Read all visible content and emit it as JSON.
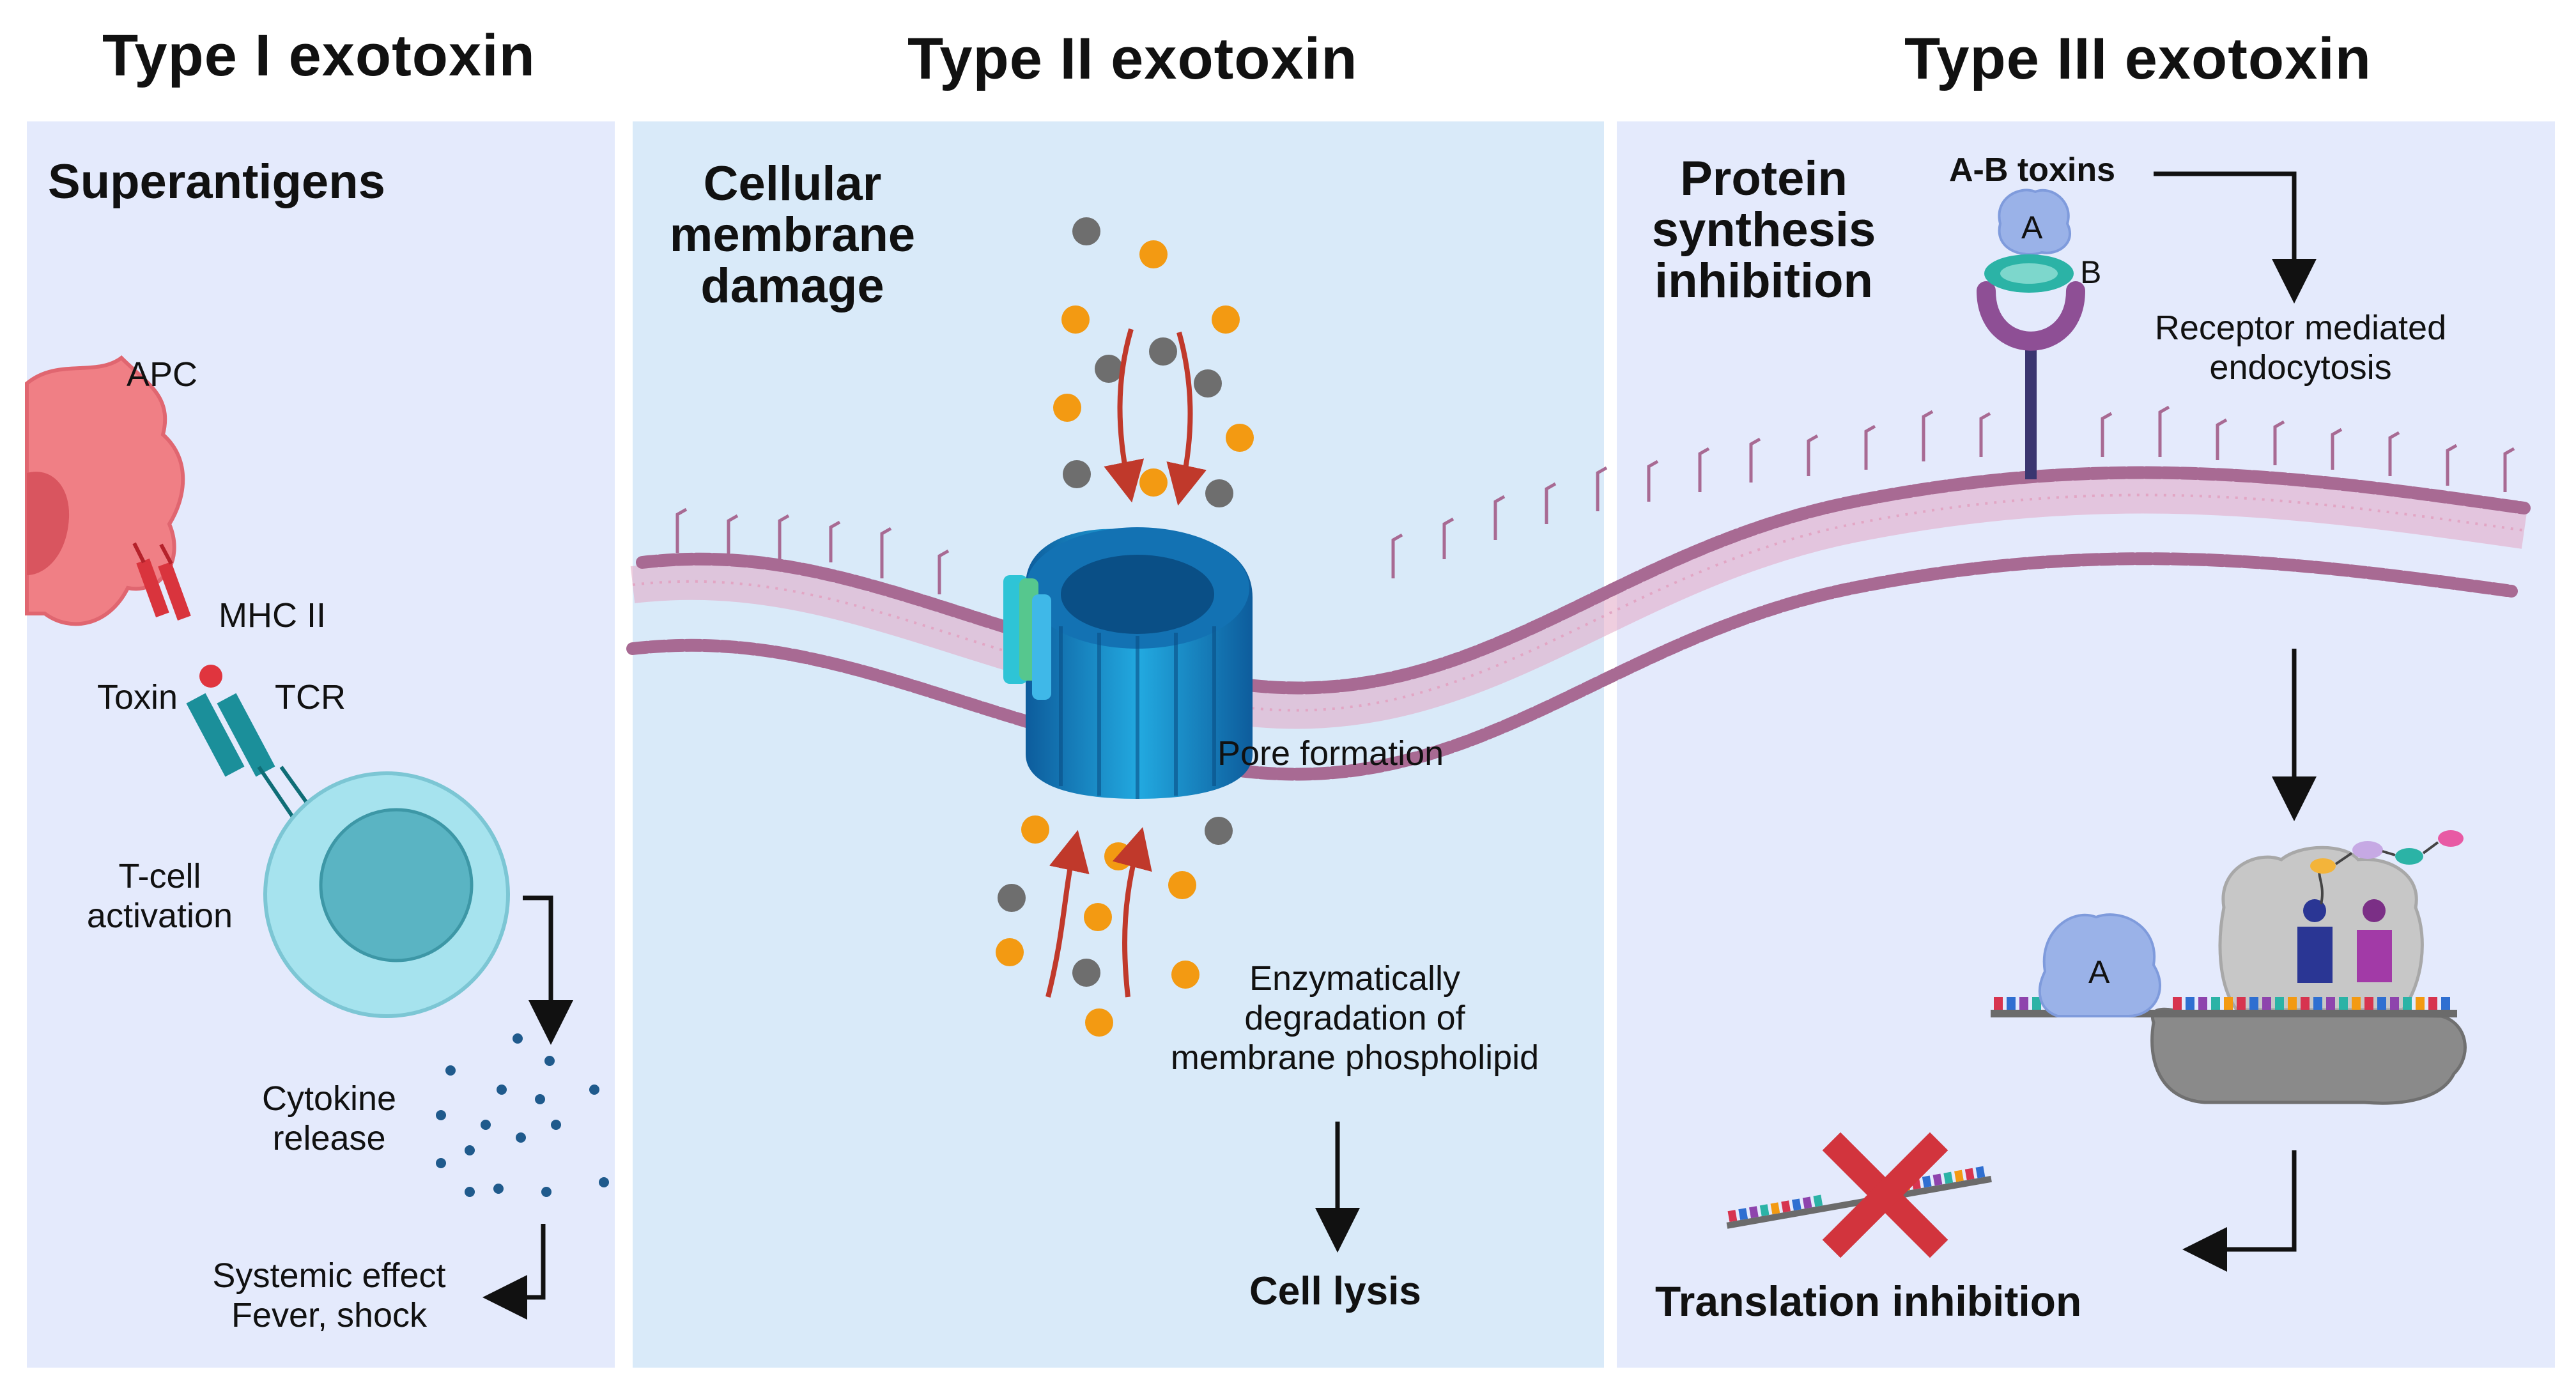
{
  "columns": [
    {
      "title": "Type I exotoxin"
    },
    {
      "title": "Type II exotoxin"
    },
    {
      "title": "Type III exotoxin"
    }
  ],
  "type1": {
    "section_title": "Superantigens",
    "labels": {
      "apc": "APC",
      "mhc": "MHC II",
      "toxin": "Toxin",
      "tcr": "TCR",
      "tcell_line1": "T-cell",
      "tcell_line2": "activation",
      "cytokine_line1": "Cytokine",
      "cytokine_line2": "release",
      "systemic_line1": "Systemic effect",
      "systemic_line2": "Fever, shock"
    }
  },
  "type2": {
    "section_title_lines": [
      "Cellular",
      "membrane",
      "damage"
    ],
    "labels": {
      "pore": "Pore formation",
      "enzymatic_line1": "Enzymatically",
      "enzymatic_line2": "degradation of",
      "enzymatic_line3": "membrane phospholipid",
      "lysis": "Cell lysis"
    }
  },
  "type3": {
    "section_title_lines": [
      "Protein",
      "synthesis",
      "inhibition"
    ],
    "labels": {
      "ab_toxins": "A-B toxins",
      "a": "A",
      "b": "B",
      "receptor_line1": "Receptor mediated",
      "receptor_line2": "endocytosis",
      "a_ribosome": "A",
      "translation": "Translation inhibition"
    }
  },
  "colors": {
    "panel_bg": "#e4eafc",
    "panel_bg_mid": "#d9eaf9",
    "membrane": "#a86a93",
    "membrane_tail": "#e2a6c4",
    "apc": "#f07f85",
    "tcell": "#a6e3ee",
    "pore": "#1e88c9",
    "arrow_red": "#c0392b",
    "ion_orange": "#f39a12",
    "ion_gray": "#6e6e6e",
    "cross": "#d2343d"
  }
}
